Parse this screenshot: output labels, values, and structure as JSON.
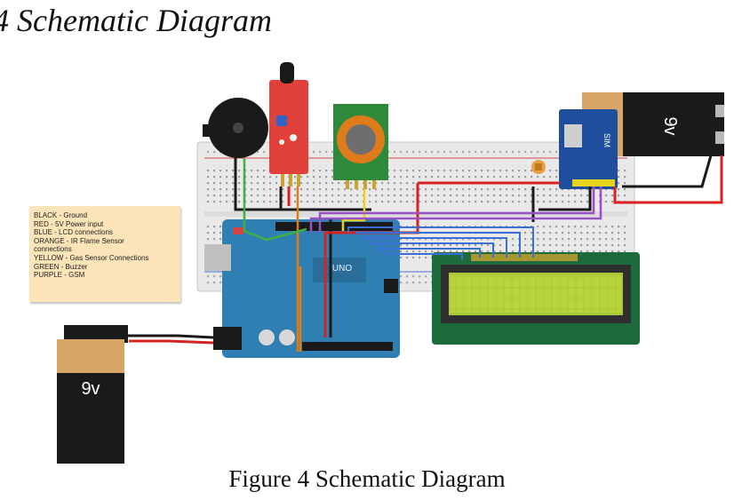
{
  "heading": "4 Schematic Diagram",
  "caption": "Figure 4 Schematic Diagram",
  "legend": {
    "lines": [
      "BLACK - Ground",
      "RED - 5V Power input",
      "BLUE - LCD connections",
      "ORANGE - IR Flame Sensor",
      "connections",
      "YELLOW - Gas Sensor Connections",
      "GREEN - Buzzer",
      "PURPLE - GSM"
    ]
  },
  "battery_top": {
    "label": "9v"
  },
  "battery_bottom": {
    "label": "9v"
  },
  "gsm_module": {
    "label": "SIM"
  },
  "arduino": {
    "label": "UNO"
  },
  "wire_colors": {
    "ground": "#1a1a1a",
    "power": "#d62222",
    "lcd": "#3b6fd6",
    "flame": "#e07b1c",
    "gas": "#e6d31c",
    "buzzer": "#3cb043",
    "gsm": "#9b4fc4"
  }
}
